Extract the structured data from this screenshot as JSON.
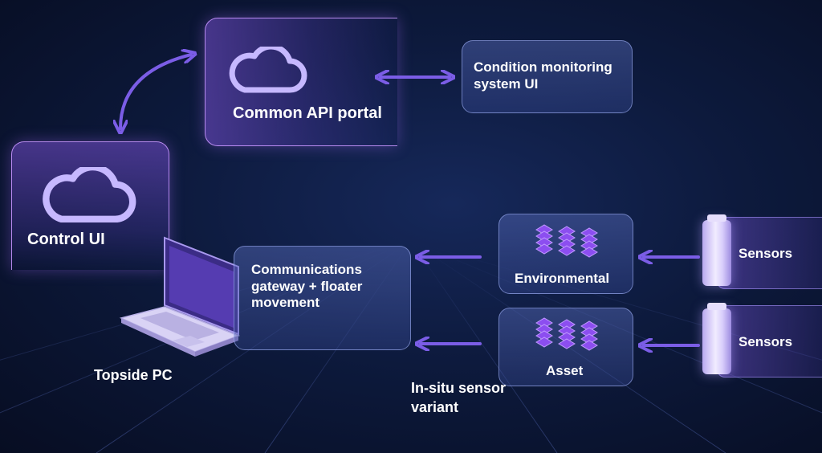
{
  "nodes": {
    "common_api_portal": "Common API portal",
    "condition_monitoring": "Condition monitoring system UI",
    "control_ui": "Control UI",
    "topside_pc": "Topside PC",
    "communications_gateway": "Communications gateway + floater movement",
    "environmental": "Environmental",
    "asset": "Asset",
    "sensors_top": "Sensors",
    "sensors_bottom": "Sensors",
    "in_situ": "In-situ sensor variant"
  },
  "icons": {
    "cloud": "cloud-icon",
    "laptop": "laptop-icon",
    "stack": "server-stack-icon",
    "sensor": "sensor-cylinder-icon"
  },
  "colors": {
    "background": "#0d1a3d",
    "accent": "#8a5cf6",
    "cloud_stroke": "#c6b8ff",
    "arrow": "#7b5de6"
  }
}
